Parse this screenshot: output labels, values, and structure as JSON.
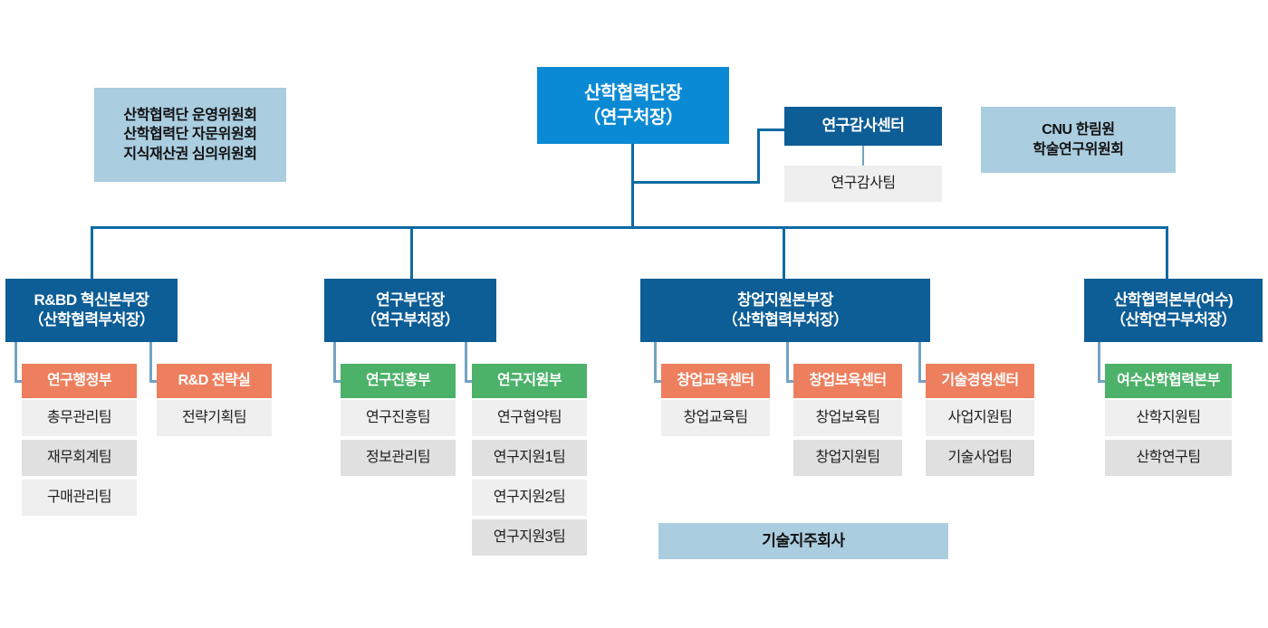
{
  "colors": {
    "top_box": "#0a8ad4",
    "division_box": "#0d5d96",
    "committee_box": "#aacde0",
    "dept_orange": "#ed7f5e",
    "dept_green": "#4cb169",
    "team_light": "#efefef",
    "team_dark": "#e0e0e0",
    "connector_dark": "#0d6ba3",
    "connector_light": "#73a3c4"
  },
  "root": {
    "line1": "산학협력단장",
    "line2": "（연구처장）"
  },
  "audit": {
    "title": "연구감사센터",
    "teams": [
      "연구감사팀"
    ]
  },
  "committees_left": {
    "lines": [
      "산학협력단 운영위원회",
      "산학협력단 자문위원회",
      "지식재산권 심의위원회"
    ]
  },
  "committees_right": {
    "lines": [
      "CNU 한림원",
      "학술연구위원회"
    ]
  },
  "holding_company": {
    "label": "기술지주회사"
  },
  "divisions": [
    {
      "line1": "R&BD 혁신본부장",
      "line2": "（산학협력부처장）",
      "departments": [
        {
          "name": "연구행정부",
          "color": "orange",
          "teams": [
            "총무관리팀",
            "재무회계팀",
            "구매관리팀"
          ]
        },
        {
          "name": "R&D 전략실",
          "color": "orange",
          "teams": [
            "전략기획팀"
          ]
        }
      ]
    },
    {
      "line1": "연구부단장",
      "line2": "（연구부처장）",
      "departments": [
        {
          "name": "연구진흥부",
          "color": "green",
          "teams": [
            "연구진흥팀",
            "정보관리팀"
          ]
        },
        {
          "name": "연구지원부",
          "color": "green",
          "teams": [
            "연구협약팀",
            "연구지원1팀",
            "연구지원2팀",
            "연구지원3팀"
          ]
        }
      ]
    },
    {
      "line1": "창업지원본부장",
      "line2": "（산학협력부처장）",
      "departments": [
        {
          "name": "창업교육센터",
          "color": "orange",
          "teams": [
            "창업교육팀"
          ]
        },
        {
          "name": "창업보육센터",
          "color": "orange",
          "teams": [
            "창업보육팀",
            "창업지원팀"
          ]
        },
        {
          "name": "기술경영센터",
          "color": "orange",
          "teams": [
            "사업지원팀",
            "기술사업팀"
          ]
        }
      ]
    },
    {
      "line1": "산학협력본부(여수)",
      "line2": "（산학연구부처장）",
      "departments": [
        {
          "name": "여수산학협력본부",
          "color": "green",
          "teams": [
            "산학지원팀",
            "산학연구팀"
          ]
        }
      ]
    }
  ]
}
